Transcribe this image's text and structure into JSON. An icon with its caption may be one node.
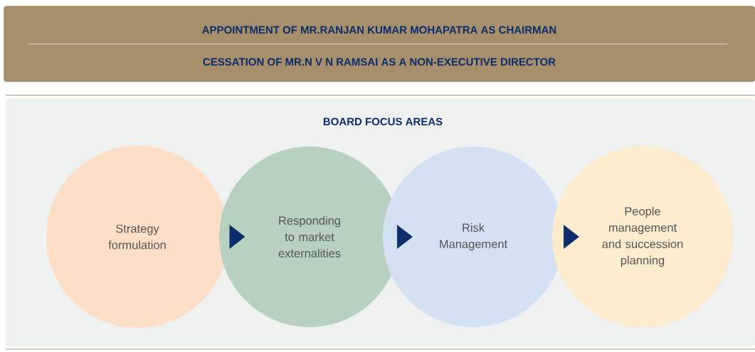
{
  "diagram": {
    "nodes": [
      {
        "text": [
          "APPOINTMENT OF MR.RANJAN KUMAR MOHAPATRA AS CHAIRMAN",
          "CESSATION OF MR.N V N RAMSAI AS A NON-EXECUTIVE DIRECTOR"
        ]
      },
      {
        "text": [
          "BOARD FOCUS AREAS"
        ]
      },
      {
        "text": [
          "Strategy formulation"
        ],
        "in": 1
      },
      {
        "text": [
          "Responding to market externalities"
        ],
        "in": 1
      },
      {
        "text": [
          "Risk Management"
        ],
        "in": 1
      },
      {
        "text": [
          "People management and succession planning"
        ],
        "in": 1
      }
    ],
    "edges": [
      {
        "from": 2,
        "to": 3,
        "arrow": "to"
      },
      {
        "from": 3,
        "to": 4,
        "arrow": "to"
      },
      {
        "from": 4,
        "to": 5,
        "arrow": "to"
      }
    ]
  }
}
